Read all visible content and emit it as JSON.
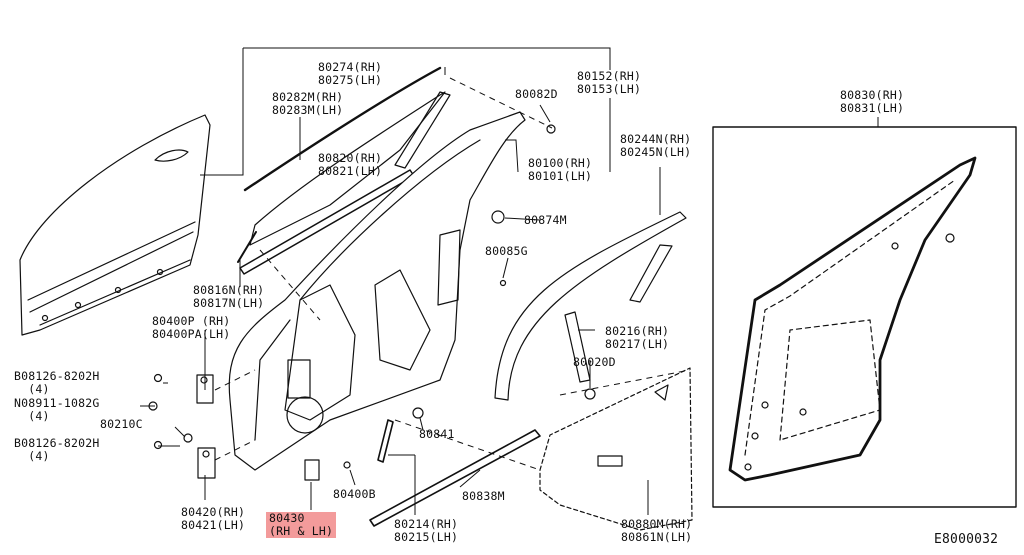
{
  "diagram_code": "E8000032",
  "highlight_color": "#f39b9b",
  "labels": {
    "p80274": [
      "80274(RH)",
      "80275(LH)"
    ],
    "p80282": [
      "80282M(RH)",
      "80283M(LH)"
    ],
    "p80082": [
      "80082D"
    ],
    "p80152": [
      "80152(RH)",
      "80153(LH)"
    ],
    "p80830": [
      "80830(RH)",
      "80831(LH)"
    ],
    "p80244": [
      "80244N(RH)",
      "80245N(LH)"
    ],
    "p80820": [
      "80820(RH)",
      "80821(LH)"
    ],
    "p80100": [
      "80100(RH)",
      "80101(LH)"
    ],
    "p80874": [
      "80874M"
    ],
    "p80085": [
      "80085G"
    ],
    "p80816": [
      "80816N(RH)",
      "80817N(LH)"
    ],
    "p80400p": [
      "80400P (RH)",
      "80400PA(LH)"
    ],
    "p80216": [
      "80216(RH)",
      "80217(LH)"
    ],
    "p80020": [
      "80020D"
    ],
    "p08126a": [
      "B08126-8202H",
      "(4)"
    ],
    "p08911": [
      "N08911-1082G",
      "(4)"
    ],
    "p80210": [
      "80210C"
    ],
    "p08126b": [
      "B08126-8202H",
      "(4)"
    ],
    "p80841": [
      "80841"
    ],
    "p80400b": [
      "80400B"
    ],
    "p80838": [
      "80838M"
    ],
    "p80420": [
      "80420(RH)",
      "80421(LH)"
    ],
    "p80430": [
      "80430",
      "(RH & LH)"
    ],
    "p80214": [
      "80214(RH)",
      "80215(LH)"
    ],
    "p80880": [
      "80880M(RH)",
      "80861N(LH)"
    ]
  }
}
